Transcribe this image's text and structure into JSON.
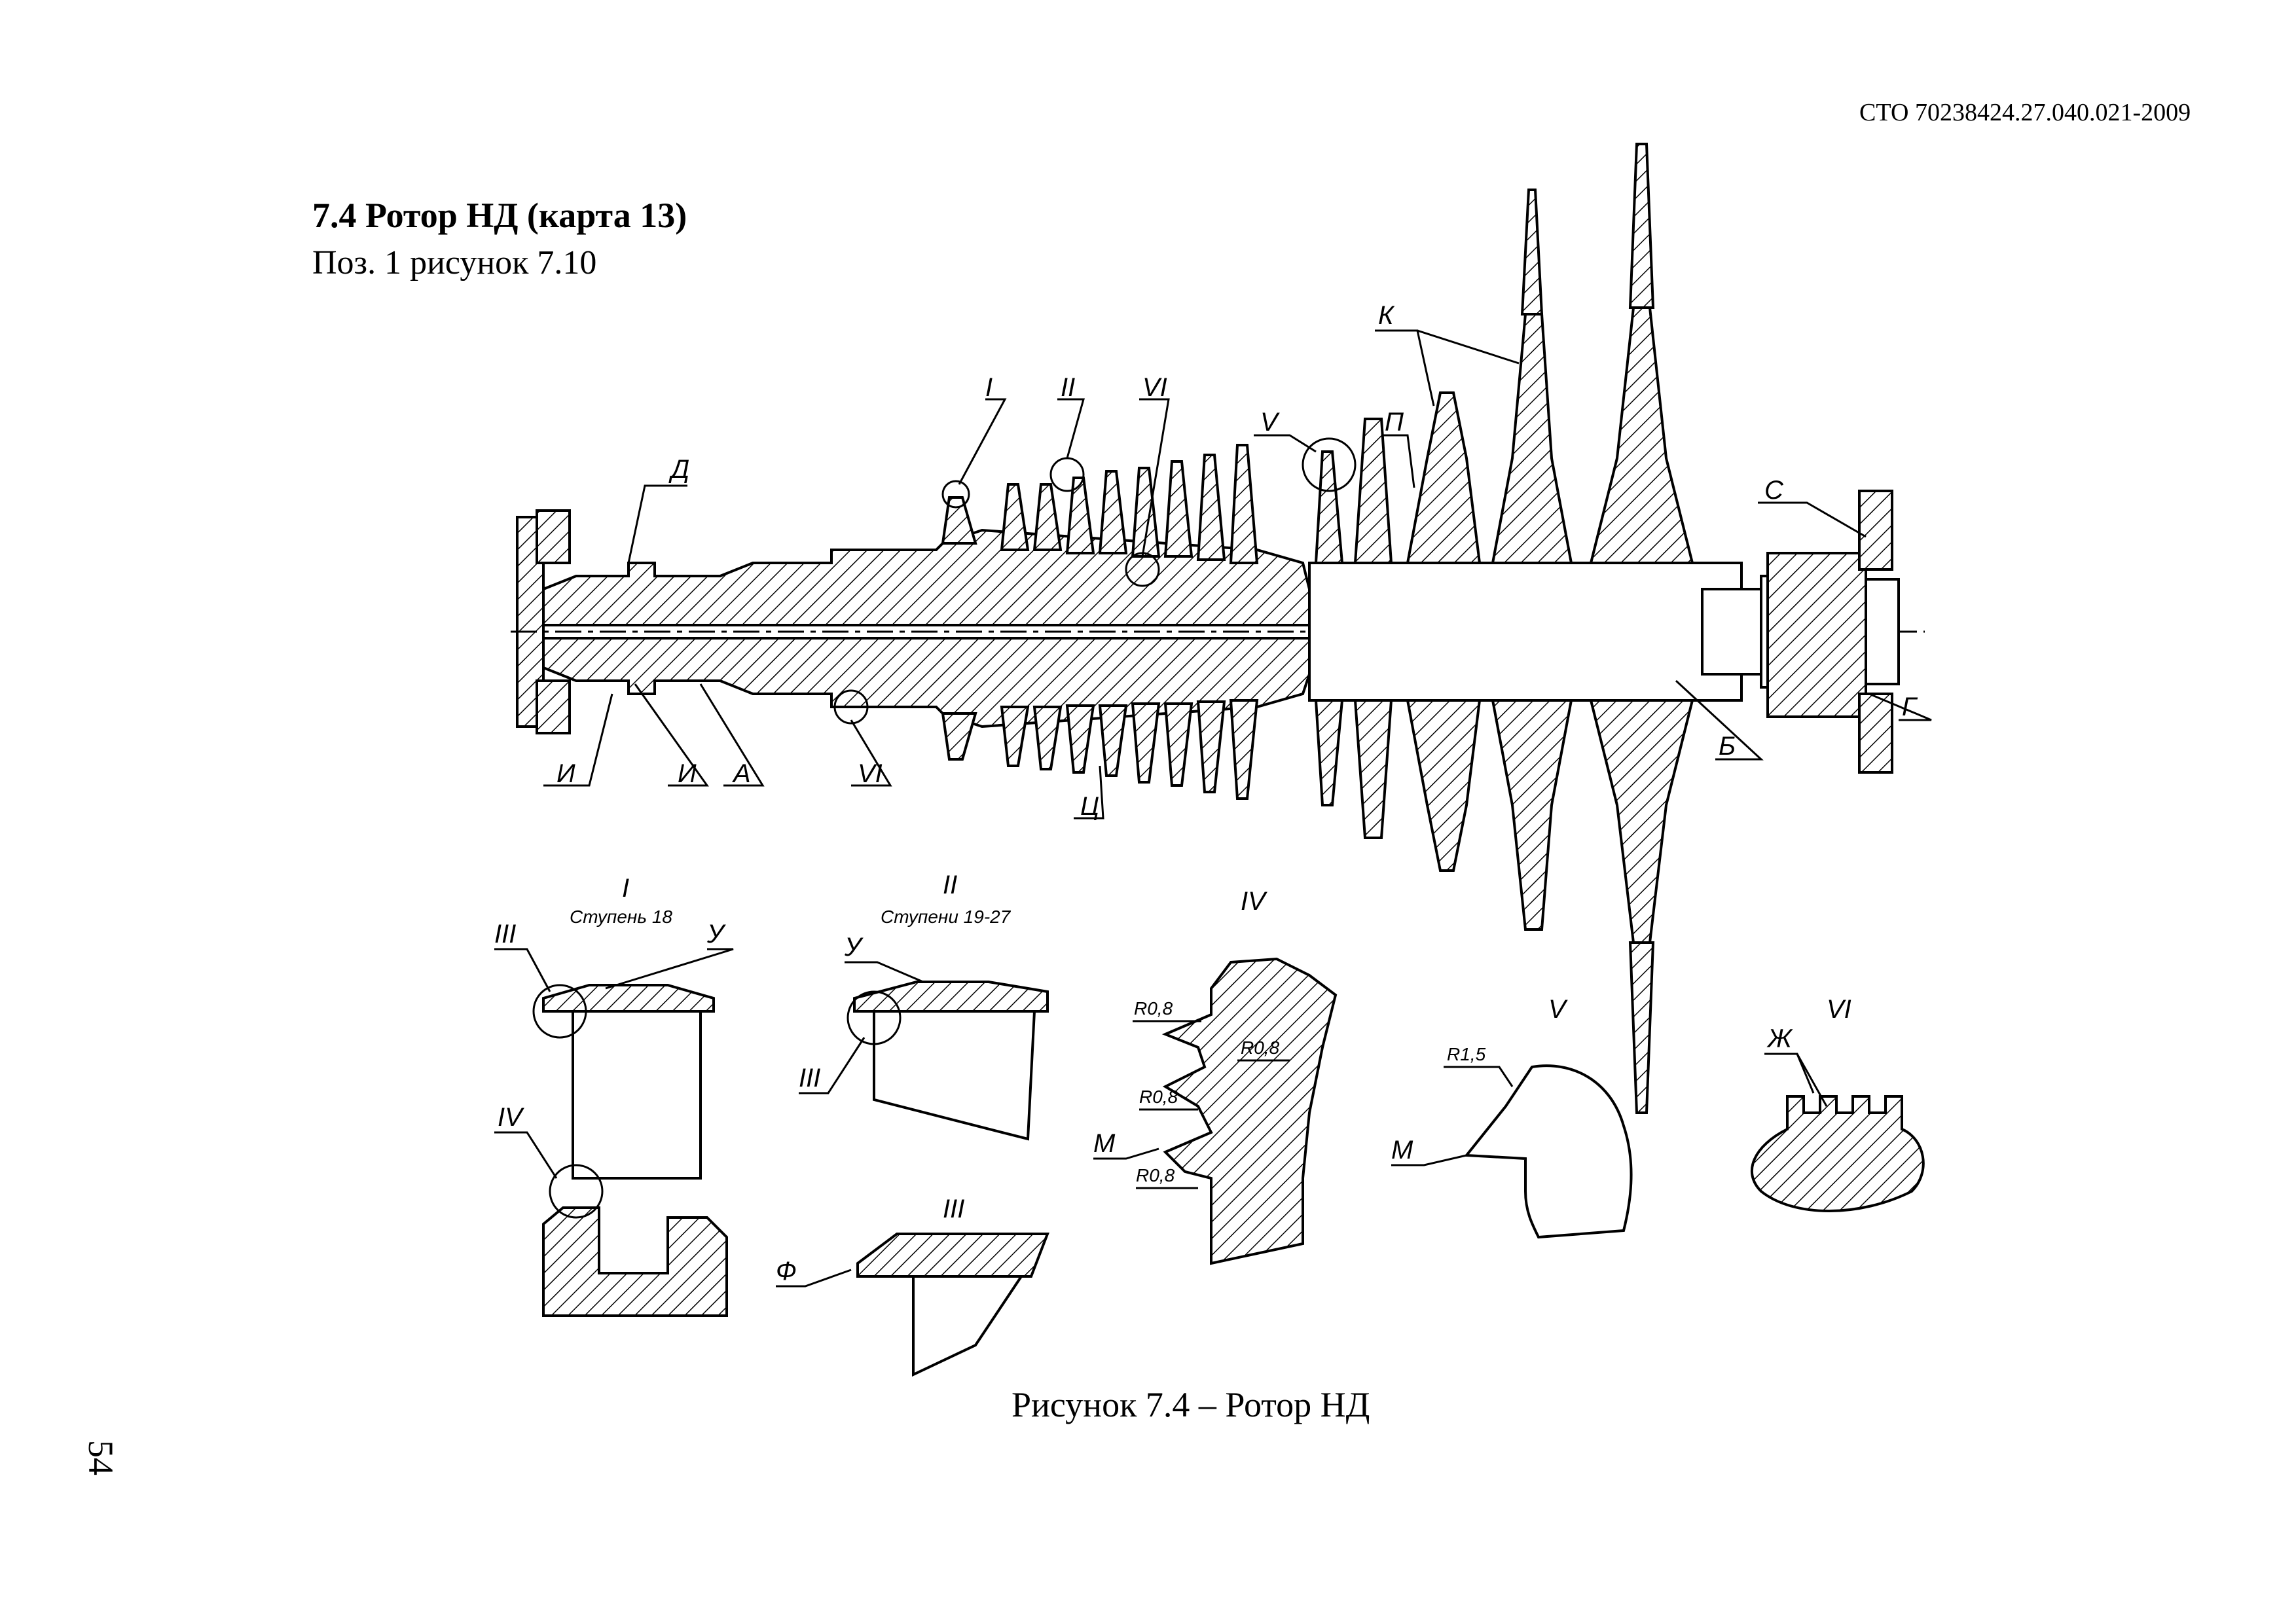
{
  "header": {
    "doc_code": "СТО 70238424.27.040.021-2009"
  },
  "section": {
    "title": "7.4 Ротор НД (карта 13)",
    "subtitle": "Поз. 1 рисунок 7.10"
  },
  "figure": {
    "caption": "Рисунок 7.4 – Ротор НД",
    "main_labels": {
      "d": "Д",
      "i1": "И",
      "i2": "И",
      "a": "А",
      "vi_top": "VI",
      "vi_bottom": "VI",
      "ts": "Ц",
      "i": "I",
      "ii": "II",
      "v": "V",
      "p": "П",
      "k": "К",
      "s": "С",
      "g": "Г",
      "b": "Б"
    },
    "detail_I": {
      "title": "I",
      "subtitle": "Ступень 18",
      "label_iii": "III",
      "label_u": "У",
      "label_iv": "IV"
    },
    "detail_II": {
      "title": "II",
      "subtitle": "Ступени 19-27",
      "label_u": "У",
      "label_iii": "III"
    },
    "detail_III": {
      "title": "III",
      "label_f": "Ф"
    },
    "detail_IV": {
      "title": "IV",
      "r1": "R0,8",
      "r2": "R0,8",
      "r3": "R0,8",
      "r4": "R0,8",
      "label_m": "М"
    },
    "detail_V": {
      "title": "V",
      "r": "R1,5",
      "label_m": "М"
    },
    "detail_VI": {
      "title": "VI",
      "label_zh": "Ж"
    }
  },
  "page": {
    "number": "54"
  }
}
